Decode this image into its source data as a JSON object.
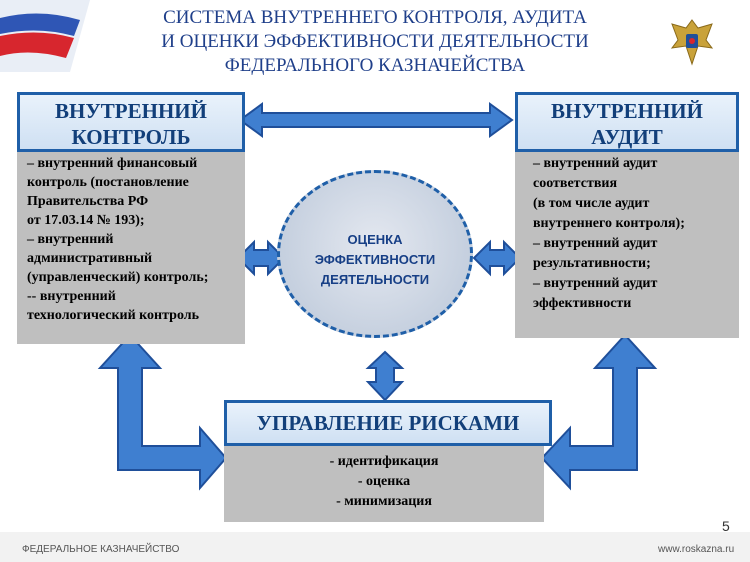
{
  "title": {
    "line1": "СИСТЕМА ВНУТРЕННЕГО КОНТРОЛЯ, АУДИТА",
    "line2": "И ОЦЕНКИ ЭФФЕКТИВНОСТИ ДЕЯТЕЛЬНОСТИ",
    "line3": "ФЕДЕРАЛЬНОГО КАЗНАЧЕЙСТВА"
  },
  "internal_control": {
    "heading1": "ВНУТРЕННИЙ",
    "heading2": "КОНТРОЛЬ",
    "lines": [
      "– внутренний финансовый",
      "контроль (постановление",
      "Правительства РФ",
      "от 17.03.14 № 193);",
      "– внутренний",
      "административный",
      "(управленческий) контроль;",
      "-- внутренний",
      "технологический контроль"
    ]
  },
  "internal_audit": {
    "heading1": "ВНУТРЕННИЙ",
    "heading2": "АУДИТ",
    "lines": [
      "– внутренний аудит",
      "соответствия",
      "(в том числе аудит",
      "внутреннего контроля);",
      "– внутренний аудит",
      "результативности;",
      "– внутренний аудит",
      "эффективности"
    ]
  },
  "center": {
    "line1": "ОЦЕНКА",
    "line2": "ЭФФЕКТИВНОСТИ",
    "line3": "ДЕЯТЕЛЬНОСТИ"
  },
  "risk": {
    "heading": "УПРАВЛЕНИЕ РИСКАМИ",
    "lines": [
      "- идентификация",
      "- оценка",
      "- минимизация"
    ]
  },
  "footer": {
    "left": "ФЕДЕРАЛЬНОЕ КАЗНАЧЕЙСТВО",
    "right": "www.roskazna.ru",
    "page": "5"
  },
  "colors": {
    "arrow_fill": "#3f7fd0",
    "arrow_stroke": "#1f4f9a",
    "heading_border": "#1f5fa8",
    "box_grey": "#bfbfbf"
  }
}
